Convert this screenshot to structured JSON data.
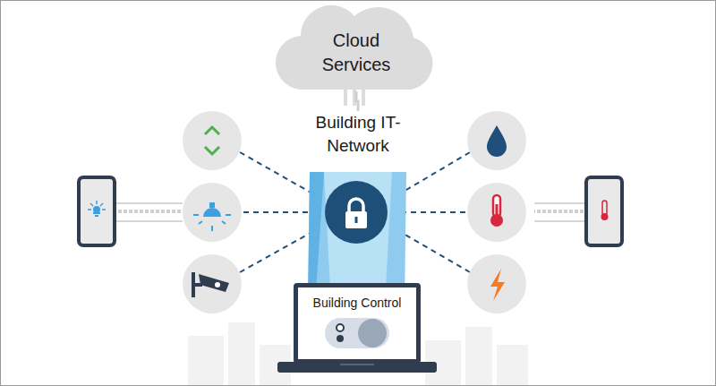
{
  "diagram": {
    "nodes": [
      {
        "text": [
          "Cloud Services"
        ]
      },
      {
        "text": [
          "Building IT-Network"
        ]
      },
      {
        "text": [
          "Building Control"
        ]
      }
    ],
    "edges": [
      {
        "from": 0,
        "to": 1,
        "arrow": "none"
      }
    ]
  }
}
